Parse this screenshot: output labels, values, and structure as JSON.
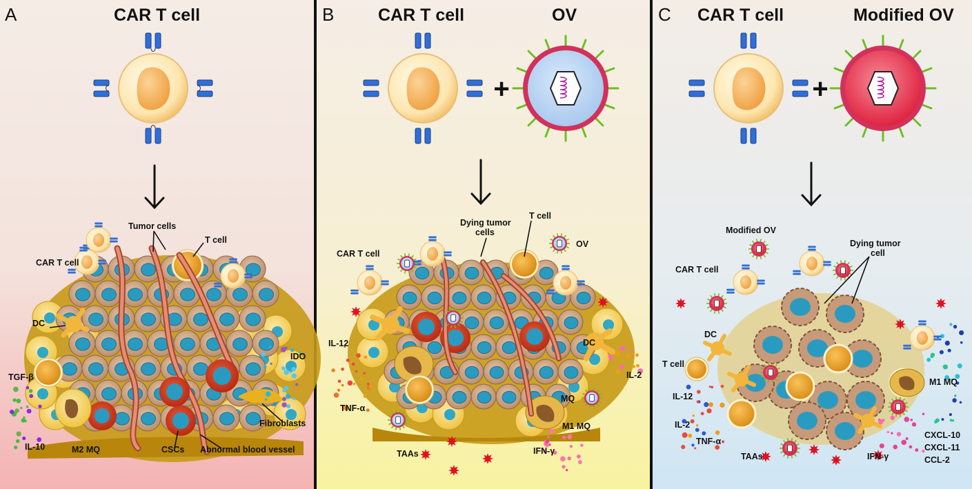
{
  "panels": [
    {
      "letter": "A",
      "titles": [
        "CAR T cell"
      ],
      "labels": {
        "tumor_cells": "Tumor cells",
        "t_cell": "T cell",
        "car_t_cell": "CAR T cell",
        "dc": "DC",
        "tgf_beta": "TGF-β",
        "ido": "IDO",
        "fibroblasts": "Fibroblasts",
        "il_10": "IL-10",
        "m2_mq": "M2 MQ",
        "cscs": "CSCs",
        "abnormal_blood_vessel": "Abnormal blood vessel"
      }
    },
    {
      "letter": "B",
      "titles": [
        "CAR T cell",
        "OV"
      ],
      "labels": {
        "dying_tumor_cells_1": "Dying tumor",
        "dying_tumor_cells_2": "cells",
        "t_cell": "T cell",
        "car_t_cell": "CAR T cell",
        "ov": "OV",
        "il_12": "IL-12",
        "dc": "DC",
        "il_2": "IL-2",
        "tnf_alpha": "TNF-α",
        "mq": "MQ",
        "m1_mq": "M1 MQ",
        "taas": "TAAs",
        "ifn_gamma": "IFN-γ"
      }
    },
    {
      "letter": "C",
      "titles": [
        "CAR T cell",
        "Modified OV"
      ],
      "labels": {
        "modified_ov": "Modified OV",
        "dying_tumor_cell_1": "Dying tumor",
        "dying_tumor_cell_2": "cell",
        "car_t_cell": "CAR T cell",
        "dc": "DC",
        "t_cell": "T cell",
        "il_12": "IL-12",
        "il_2": "IL-2",
        "tnf_alpha": "TNF-α",
        "taas": "TAAs",
        "ifn_gamma": "IFN-γ",
        "m1_mq": "M1 MQ",
        "cxcl_10": "CXCL-10",
        "cxcl_11": "CXCL-11",
        "ccl_2": "CCL-2"
      }
    }
  ],
  "operators": {
    "plus": "+"
  },
  "colors": {
    "panel_a_top": "#f5ece6",
    "panel_a_bottom": "#f4b3b3",
    "panel_b_top": "#f5ede6",
    "panel_b_bottom": "#f8f3a0",
    "panel_c_top": "#f4ede6",
    "panel_c_bottom": "#cfe6f4",
    "receptor_blue": "#2f6fd6",
    "tcell_yellow": "#f7d585",
    "tcell_nucleus": "#f3a845",
    "tumor_brown": "#c79a7a",
    "tumor_nucleus": "#2a9bc0",
    "stroma_yellow": "#f0c437",
    "vessel_red": "#d96a52",
    "csc_red": "#c8371a",
    "virus_blue_fill": "#bcd7f2",
    "virus_red_fill": "#e8364f",
    "virus_rim": "#d2315b",
    "virus_spike": "#7fce2c",
    "genome_magenta": "#b01fa5",
    "taa_red": "#e01222"
  }
}
